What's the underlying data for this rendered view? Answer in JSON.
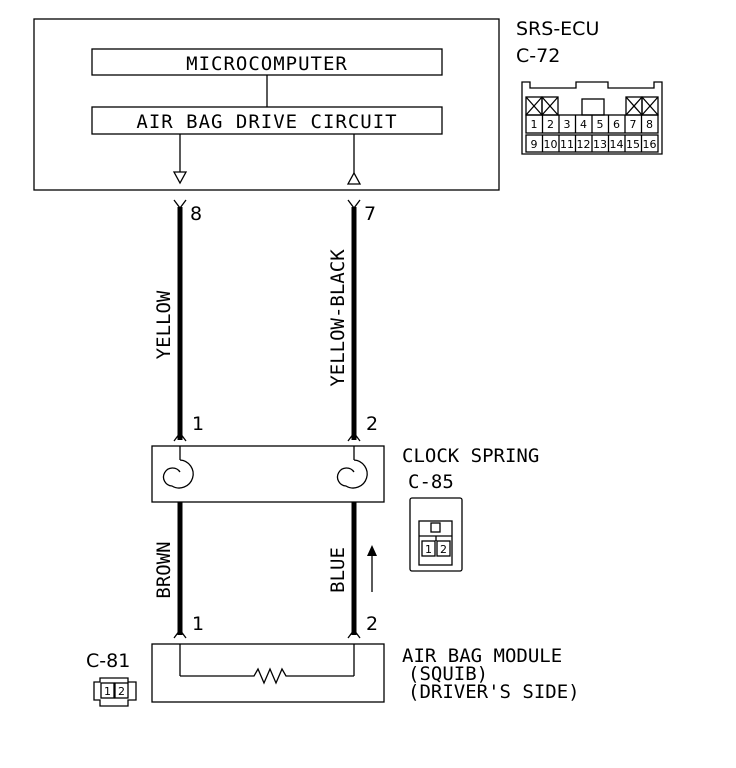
{
  "ecu": {
    "name": "SRS-ECU",
    "connector": "C-72",
    "microcomputer": "MICROCOMPUTER",
    "drive_circuit": "AIR BAG DRIVE CIRCUIT",
    "pin_top": [
      "1",
      "2",
      "3",
      "4",
      "5",
      "6",
      "7",
      "8"
    ],
    "pin_bottom": [
      "9",
      "10",
      "11",
      "12",
      "13",
      "14",
      "15",
      "16"
    ]
  },
  "wires": {
    "left_upper": {
      "pin": "8",
      "color": "YELLOW"
    },
    "right_upper": {
      "pin": "7",
      "color": "YELLOW-BLACK"
    },
    "left_lower": {
      "color": "BROWN"
    },
    "right_lower": {
      "color": "BLUE"
    }
  },
  "clock_spring": {
    "name": "CLOCK SPRING",
    "connector": "C-85",
    "pin_left_top": "1",
    "pin_right_top": "2",
    "connector_pins": [
      "1",
      "2"
    ]
  },
  "module": {
    "line1": "AIR BAG MODULE",
    "line2": "(SQUIB)",
    "line3": "(DRIVER'S SIDE)",
    "connector": "C-81",
    "pin_left": "1",
    "pin_right": "2",
    "connector_pins": [
      "1",
      "2"
    ]
  }
}
